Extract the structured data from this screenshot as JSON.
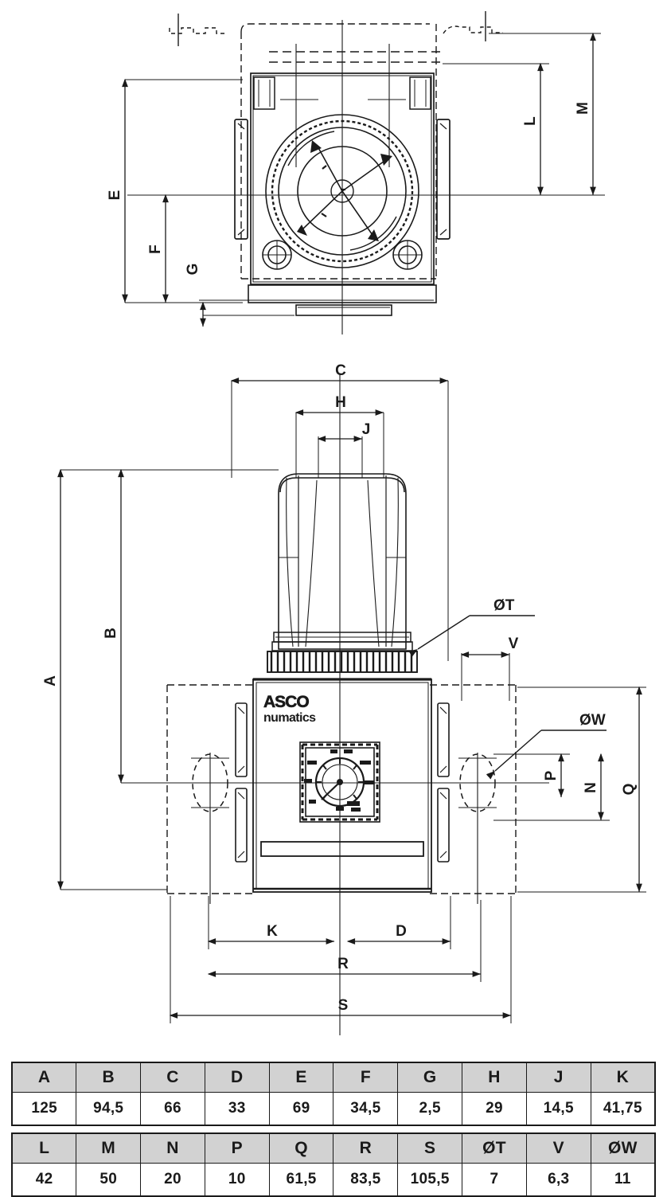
{
  "drawing": {
    "title": "Pressure regulator dimensional drawing",
    "brand_line_1": "ASCO",
    "brand_line_2": "numatics",
    "line_color": "#1a1a1a",
    "background_color": "#ffffff",
    "table_header_fill": "#d2d2d2"
  },
  "top_view": {
    "name": "top-view",
    "dimension_labels": [
      "E",
      "F",
      "G",
      "L",
      "M"
    ]
  },
  "front_view": {
    "name": "front-view",
    "dimension_labels": [
      "A",
      "B",
      "C",
      "H",
      "J",
      "K",
      "D",
      "R",
      "S",
      "V",
      "P",
      "N",
      "Q"
    ],
    "leader_labels": [
      "ØT",
      "ØW"
    ]
  },
  "labels": {
    "A": "A",
    "B": "B",
    "C": "C",
    "D": "D",
    "E": "E",
    "F": "F",
    "G": "G",
    "H": "H",
    "J": "J",
    "K": "K",
    "L": "L",
    "M": "M",
    "N": "N",
    "P": "P",
    "Q": "Q",
    "R": "R",
    "S": "S",
    "T": "ØT",
    "V": "V",
    "W": "ØW"
  },
  "tables": [
    {
      "name": "dimension-table-row-1",
      "headers": [
        "A",
        "B",
        "C",
        "D",
        "E",
        "F",
        "G",
        "H",
        "J",
        "K"
      ],
      "values": [
        "125",
        "94,5",
        "66",
        "33",
        "69",
        "34,5",
        "2,5",
        "29",
        "14,5",
        "41,75"
      ]
    },
    {
      "name": "dimension-table-row-2",
      "headers": [
        "L",
        "M",
        "N",
        "P",
        "Q",
        "R",
        "S",
        "ØT",
        "V",
        "ØW"
      ],
      "values": [
        "42",
        "50",
        "20",
        "10",
        "61,5",
        "83,5",
        "105,5",
        "7",
        "6,3",
        "11"
      ]
    }
  ]
}
